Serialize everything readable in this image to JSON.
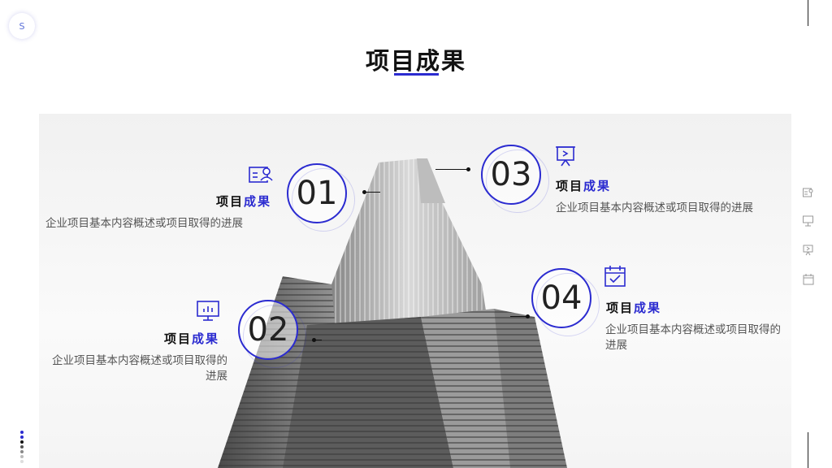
{
  "logo": {
    "letter": "S"
  },
  "page": {
    "title": "项目成果"
  },
  "items": [
    {
      "number": "01",
      "heading_plain": "项目",
      "heading_accent": "成果",
      "desc": "企业项目基本内容概述或项目取得的进展",
      "icon": "user-card-icon"
    },
    {
      "number": "02",
      "heading_plain": "项目",
      "heading_accent": "成果",
      "desc": "企业项目基本内容概述或项目取得的进展",
      "icon": "chart-board-icon"
    },
    {
      "number": "03",
      "heading_plain": "项目",
      "heading_accent": "成果",
      "desc": "企业项目基本内容概述或项目取得的进展",
      "icon": "presentation-icon"
    },
    {
      "number": "04",
      "heading_plain": "项目",
      "heading_accent": "成果",
      "desc": "企业项目基本内容概述或项目取得的进展",
      "icon": "calendar-check-icon"
    }
  ],
  "side_toolbar": [
    "user-card-icon",
    "chart-board-icon",
    "presentation-icon",
    "calendar-icon"
  ],
  "colors": {
    "accent": "#2b2bd0",
    "text": "#111111",
    "muted": "#555555"
  }
}
